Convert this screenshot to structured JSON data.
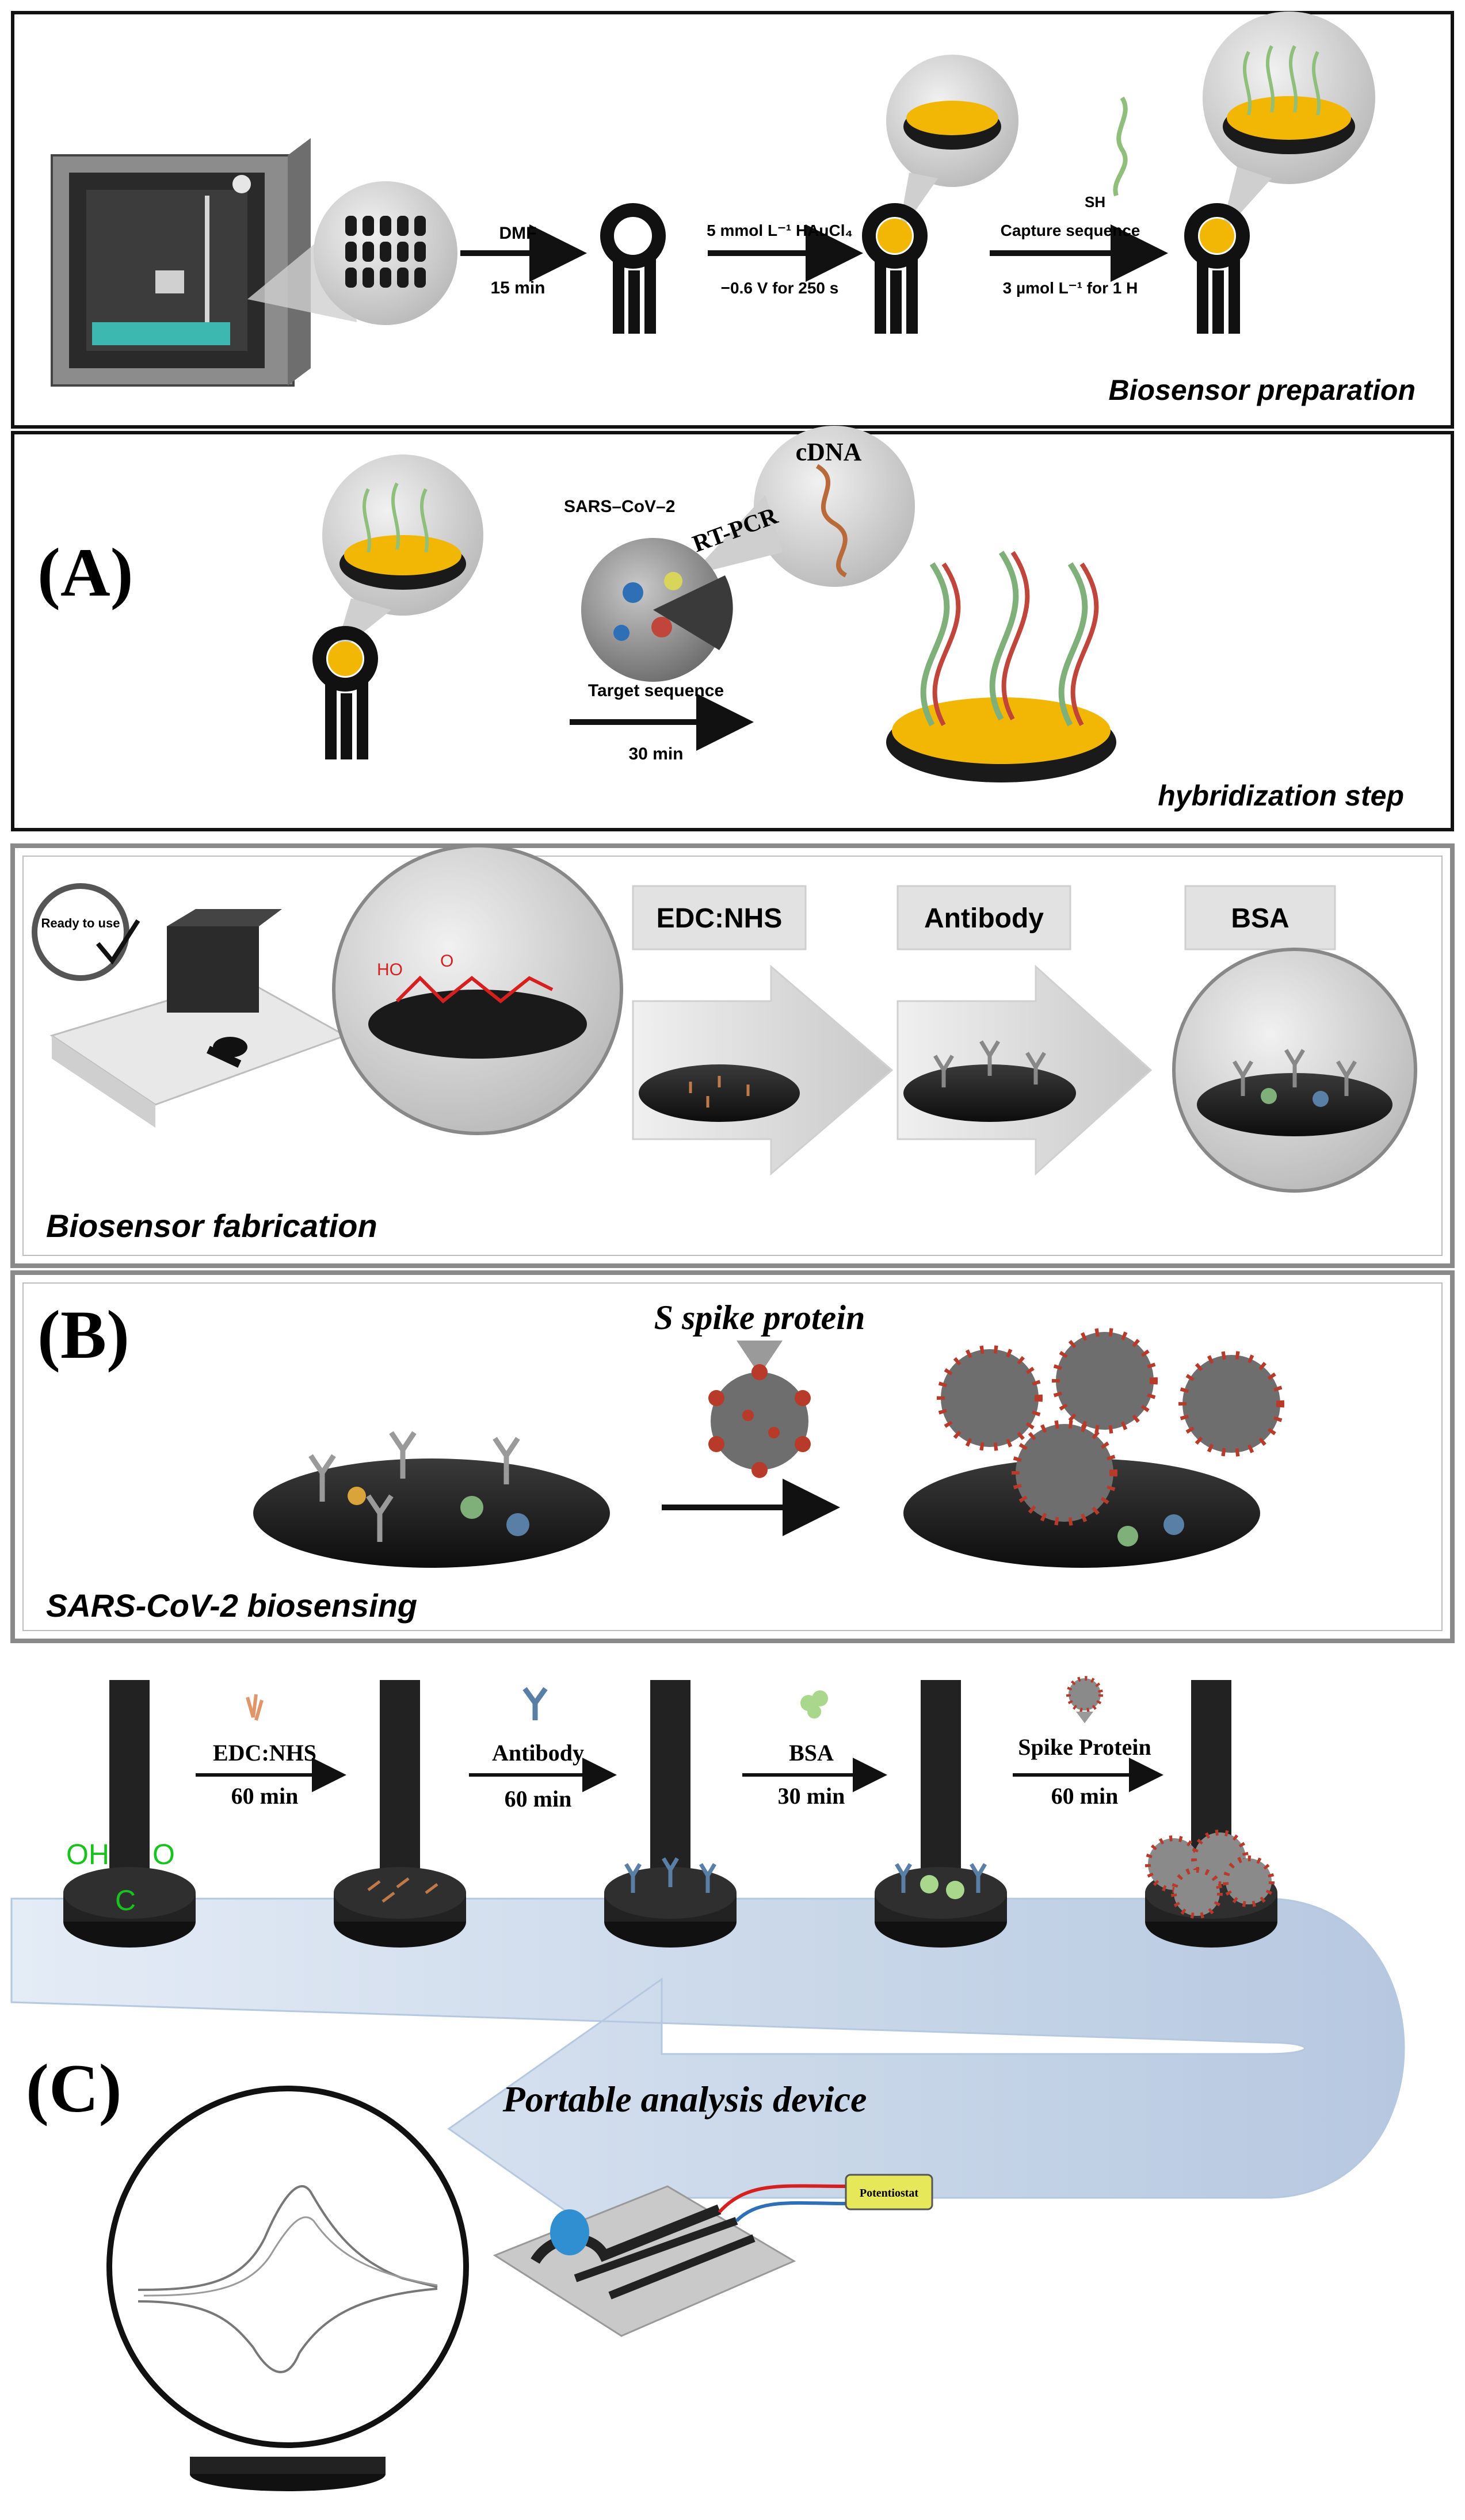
{
  "panel_a": {
    "label": "(A)",
    "prep": {
      "step1_top": "DMF",
      "step1_bottom": "15 min",
      "step2_top": "5 mmol L⁻¹ HAuCl₄",
      "step2_bottom": "−0.6 V for 250 s",
      "sh_label": "SH",
      "step3_top": "Capture sequence",
      "step3_bottom": "3 µmol L⁻¹ for 1 H",
      "caption": "Biosensor preparation"
    },
    "hyb": {
      "virus_label": "SARS–CoV–2",
      "rtpcr_label": "RT-PCR",
      "cdna_label": "cDNA",
      "arrow_top": "Target sequence",
      "arrow_bottom": "30 min",
      "caption": "hybridization step"
    }
  },
  "panel_b": {
    "label": "(B)",
    "fab": {
      "badge_text": "Ready to use",
      "ho_label": "HO",
      "o_label": "O",
      "step1": "EDC:NHS",
      "step2": "Antibody",
      "step3": "BSA",
      "caption": "Biosensor fabrication"
    },
    "sensing": {
      "protein_label": "S spike protein",
      "caption": "SARS-CoV-2 biosensing"
    }
  },
  "panel_c": {
    "label": "(C)",
    "oh_label": "OH",
    "o_label": "O",
    "c_label": "C",
    "steps": [
      {
        "top": "EDC:NHS",
        "bottom": "60 min"
      },
      {
        "top": "Antibody",
        "bottom": "60 min"
      },
      {
        "top": "BSA",
        "bottom": "30 min"
      },
      {
        "top": "Spike Protein",
        "bottom": "60 min"
      }
    ],
    "device_title": "Portable analysis device",
    "potentiostat_label": "Potentiostat"
  },
  "colors": {
    "frame": "#111111",
    "electrode": "#111111",
    "gold": "#f2b705",
    "dna_green": "#8fbf7a",
    "antibody_blue": "#5a7fa6",
    "virus_red": "#b83a2a",
    "carboxyl_green": "#19c21f",
    "carboxyl_red": "#d62020",
    "track_blue": "#c9d7ea"
  }
}
